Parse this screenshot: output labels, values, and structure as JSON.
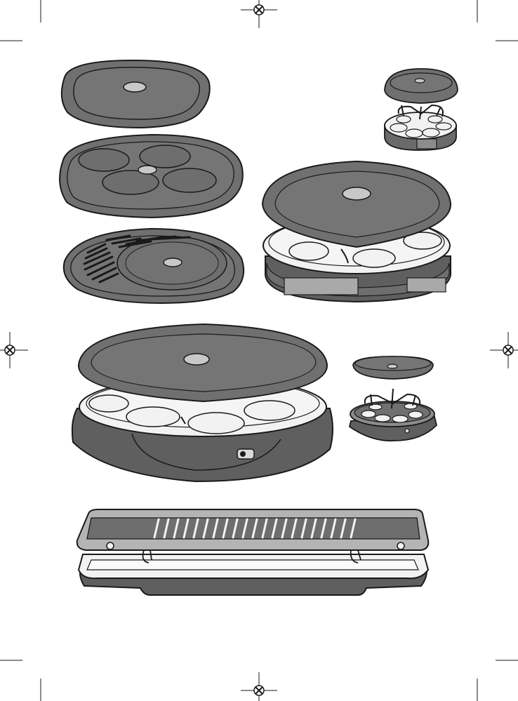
{
  "colors": {
    "plate_dark": "#707070",
    "plate_medium": "#8c8c8c",
    "plate_light": "#b4b4b4",
    "tray_white": "#f2f2f2",
    "base_dark": "#5f5f5f",
    "outline": "#1a1a1a",
    "knob": "#d9d9d9",
    "page_bg": "#ffffff"
  },
  "illustrations": [
    "plain-plate-lid",
    "four-crepe-plate",
    "grill-griddle-plate",
    "mini-raclette-stack-small",
    "raclette-tray-stack",
    "large-raclette-appliance",
    "mini-raclette-appliance",
    "long-grill-appliance"
  ],
  "printer_marks": {
    "registration": [
      "top-center",
      "bottom-center",
      "left-middle",
      "right-middle"
    ],
    "crop_marks": [
      "top-left",
      "top-right",
      "bottom-left",
      "bottom-right"
    ]
  }
}
